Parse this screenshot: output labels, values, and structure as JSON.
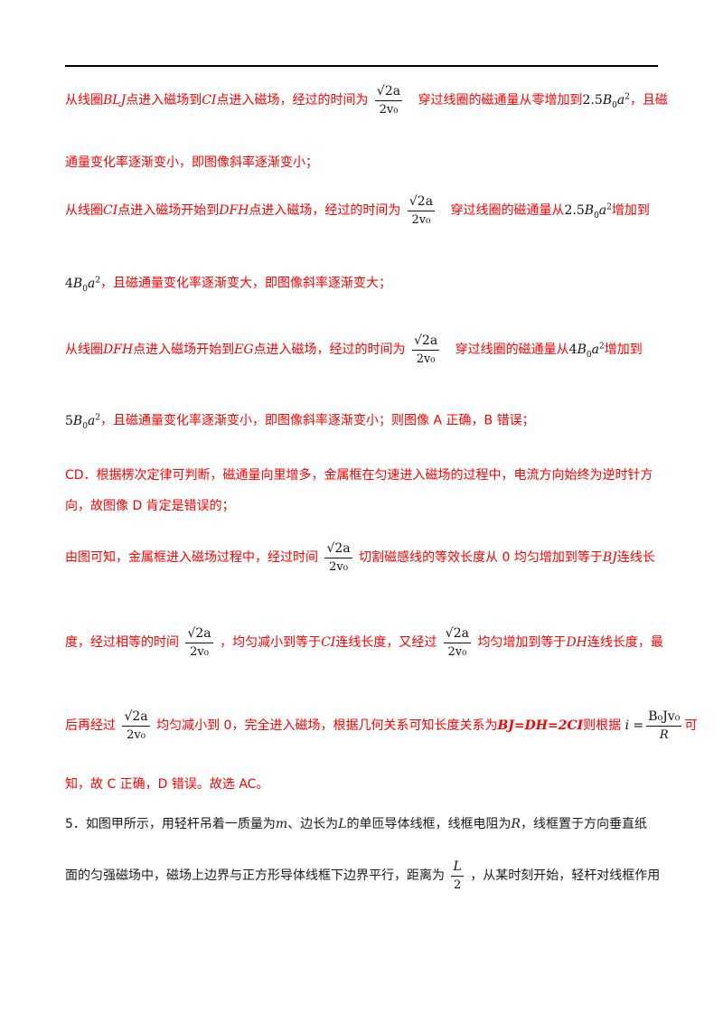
{
  "p1": {
    "t1": "从线圈",
    "v1": "BLJ",
    "t2": "点进入磁场到",
    "v2": "CI",
    "t3": "点进入磁场，经过的时间为",
    "t4": "穿过线圈的磁通量从零增加到",
    "coef": "2.5",
    "t5": "，且磁"
  },
  "p1b": {
    "text": "通量变化率逐渐变小，即图像斜率逐渐变小；"
  },
  "p2": {
    "t1": "从线圈",
    "v1": "CI",
    "t2": "点进入磁场开始到",
    "v2": "DFH",
    "t3": "点进入磁场，经过的时间为",
    "t4": "穿过线圈的磁通量从",
    "coef1": "2.5",
    "t5": "增加到"
  },
  "p2b": {
    "coef": "4",
    "text": "，且磁通量变化率逐渐变大，即图像斜率逐渐变大；"
  },
  "p3": {
    "t1": "从线圈",
    "v1": "DFH",
    "t2": "点进入磁场开始到",
    "v2": "EG",
    "t3": "点进入磁场，经过的时间为",
    "t4": "穿过线圈的磁通量从",
    "coef1": "4",
    "t5": "增加到"
  },
  "p3b": {
    "coef": "5",
    "text": "，且磁通量变化率逐渐变小，即图像斜率逐渐变小；则图像 A 正确，B 错误；"
  },
  "p4": {
    "line1": "CD．根据楞次定律可判断，磁通量向里增多，金属框在匀速进入磁场的过程中，电流方向始终为逆时针方",
    "line2": "向，故图像 D 肯定是错误的；"
  },
  "p5": {
    "t1": "由图可知，金属框进入磁场过程中，经过时间",
    "t2": "切割磁感线的等效长度从 0 均匀增加到等于",
    "v1": "BJ",
    "t3": "连线长"
  },
  "p6": {
    "t1": "度，经过相等的时间",
    "t2": "，均匀减小到等于",
    "v1": "CI",
    "t3": "连线长度，又经过",
    "t4": "均匀增加到等于",
    "v2": "DH",
    "t5": "连线长度，最"
  },
  "p7": {
    "t1": "后再经过",
    "t2": "均匀减小到 0，完全进入磁场，根据几何关系可知长度关系为",
    "rel": "BJ=DH=2CI",
    "t3": "则根据",
    "t4": "可"
  },
  "p7b": {
    "text": "知，故 C 正确，D 错误。故选 AC。"
  },
  "q5": {
    "t1": "5．如图甲所示，用轻杆吊着一质量为",
    "m": "m",
    "t2": "、边长为",
    "L": "L",
    "t3": "的单匝导体线框，线框电阻为",
    "R": "R",
    "t4": "，线框置于方向垂直纸"
  },
  "q5b": {
    "t1": "面的匀强磁场中，磁场上边界与正方形导体线框下边界平行，距离为",
    "fnum": "L",
    "fden": "2",
    "t2": "，从某时刻开始，轻杆对线框作用"
  },
  "frac_time": {
    "num": "√2a",
    "den": "2v₀"
  },
  "flux_sym": {
    "B": "B",
    "sub0": "0",
    "a": "a",
    "sup2": "2"
  },
  "current_formula": {
    "lhs": "i =",
    "num": "B₀Jv₀",
    "den": "R"
  },
  "colors": {
    "answer_text": "#ff0000",
    "question_text": "#1a1a1a",
    "rule": "#000000"
  }
}
